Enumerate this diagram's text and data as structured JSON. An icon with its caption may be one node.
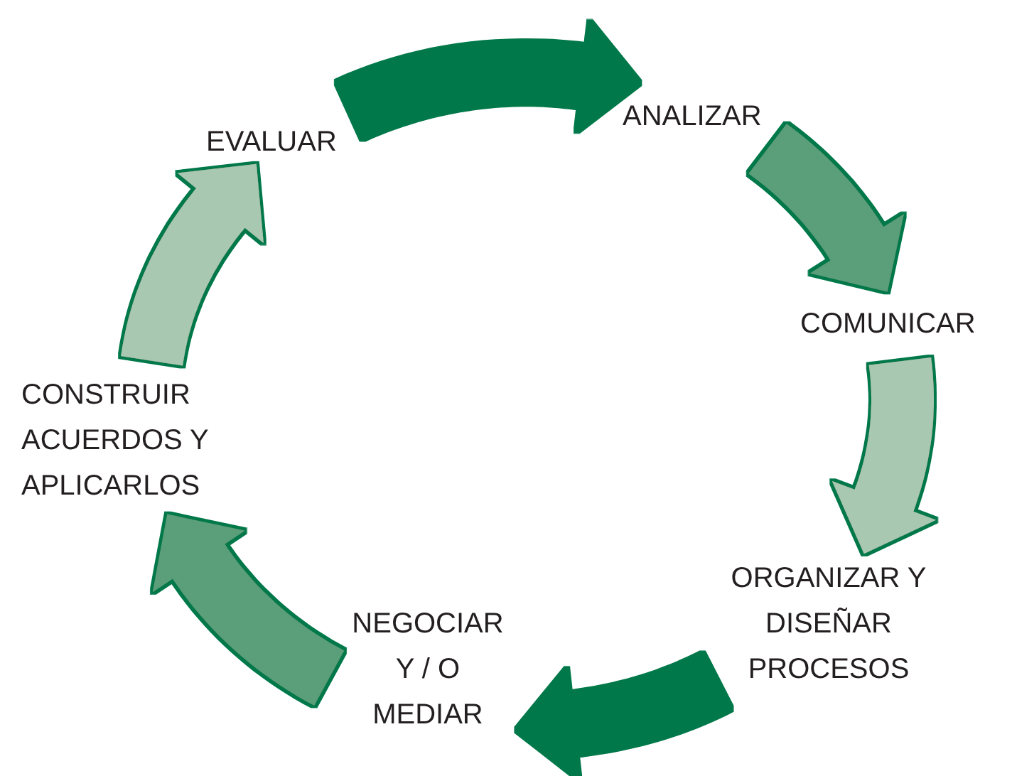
{
  "diagram": {
    "nodes": [
      {
        "text": [
          "EVALUAR"
        ]
      },
      {
        "text": [
          "ANALIZAR"
        ]
      },
      {
        "text": [
          "COMUNICAR"
        ]
      },
      {
        "text": [
          "ORGANIZAR Y DISEÑAR PROCESOS"
        ]
      },
      {
        "text": [
          "NEGOCIAR Y / O MEDIAR"
        ]
      },
      {
        "text": [
          "CONSTRUIR ACUERDOS Y APLICARLOS"
        ]
      }
    ],
    "edges": [
      {
        "from": 0,
        "to": 1,
        "arrow": "to",
        "color": "#00784a"
      },
      {
        "from": 1,
        "to": 2,
        "arrow": "to",
        "color": "#5a9e7a"
      },
      {
        "from": 2,
        "to": 3,
        "arrow": "to",
        "color": "#a8c8b2"
      },
      {
        "from": 3,
        "to": 4,
        "arrow": "to",
        "color": "#00784a"
      },
      {
        "from": 4,
        "to": 5,
        "arrow": "to",
        "color": "#5a9e7a"
      },
      {
        "from": 5,
        "to": 0,
        "arrow": "to",
        "color": "#a8c8b2"
      }
    ]
  }
}
